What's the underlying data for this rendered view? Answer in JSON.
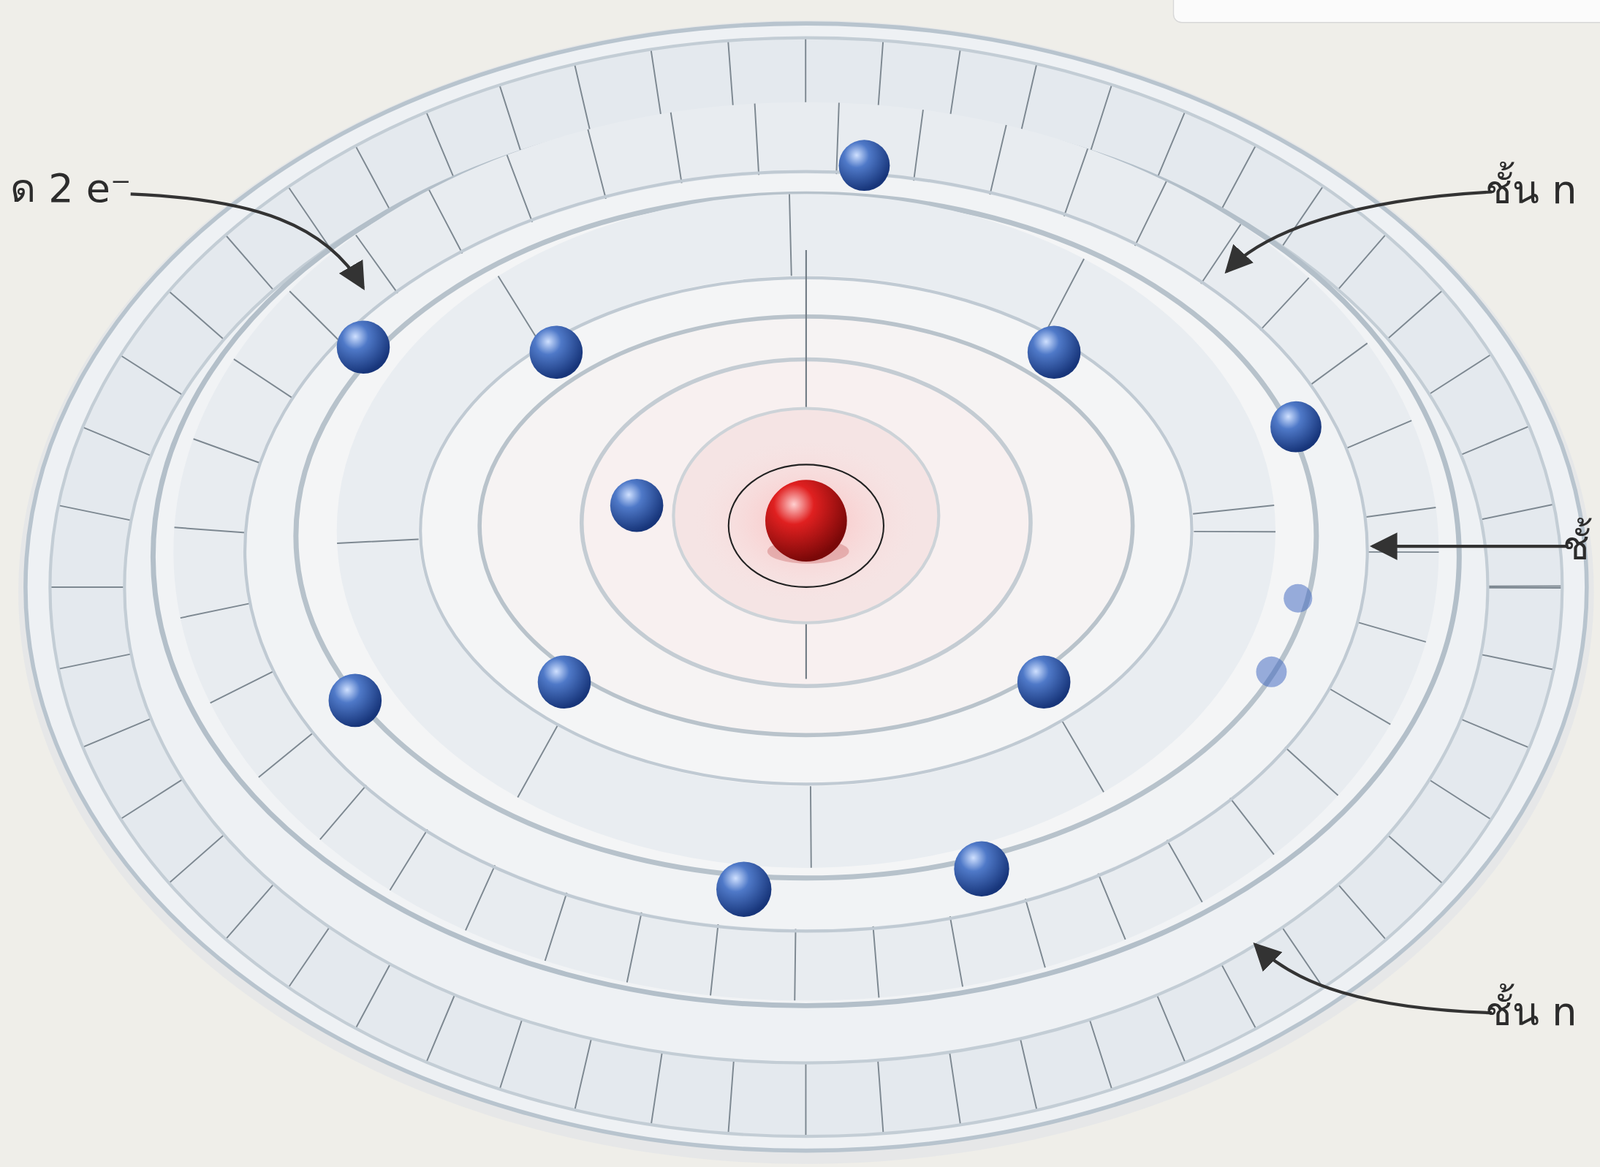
{
  "diagram": {
    "labels": [
      "ด 2 e⁻",
      "ชั้น n",
      "ชั้",
      "ชั้น n"
    ]
  }
}
